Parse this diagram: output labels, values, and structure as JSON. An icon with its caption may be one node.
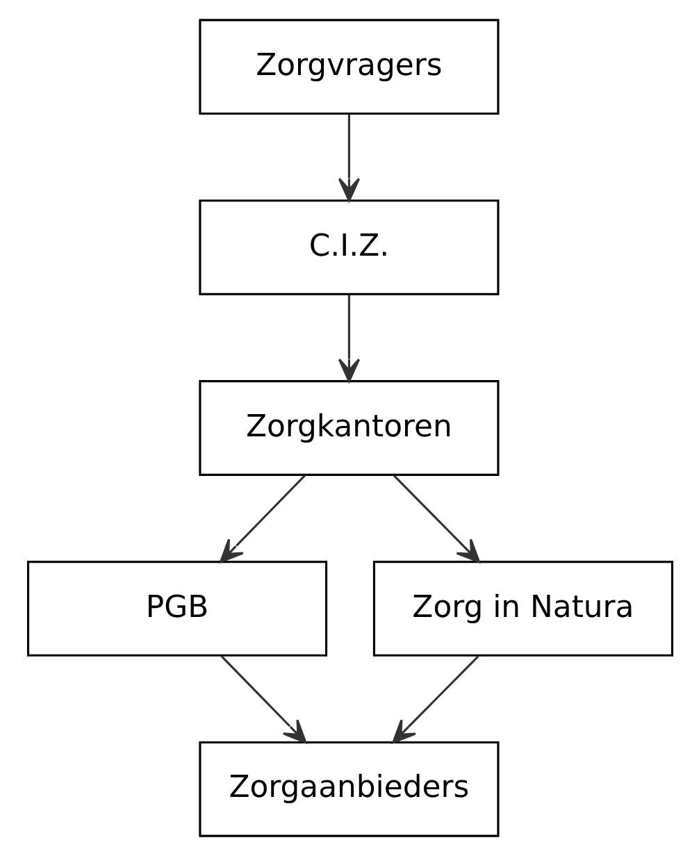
{
  "diagram": {
    "nodes": [
      {
        "text": [
          "Zorgvragers"
        ]
      },
      {
        "text": [
          "C.I.Z."
        ]
      },
      {
        "text": [
          "Zorgkantoren"
        ]
      },
      {
        "text": [
          "PGB"
        ]
      },
      {
        "text": [
          "Zorg in Natura"
        ]
      },
      {
        "text": [
          "Zorgaanbieders"
        ]
      }
    ],
    "edges": [
      {
        "from": 0,
        "to": 1,
        "arrow": "to"
      },
      {
        "from": 1,
        "to": 2,
        "arrow": "to"
      },
      {
        "from": 2,
        "to": 3,
        "arrow": "to"
      },
      {
        "from": 2,
        "to": 4,
        "arrow": "to"
      },
      {
        "from": 3,
        "to": 5,
        "arrow": "to"
      },
      {
        "from": 4,
        "to": 5,
        "arrow": "to"
      }
    ]
  }
}
